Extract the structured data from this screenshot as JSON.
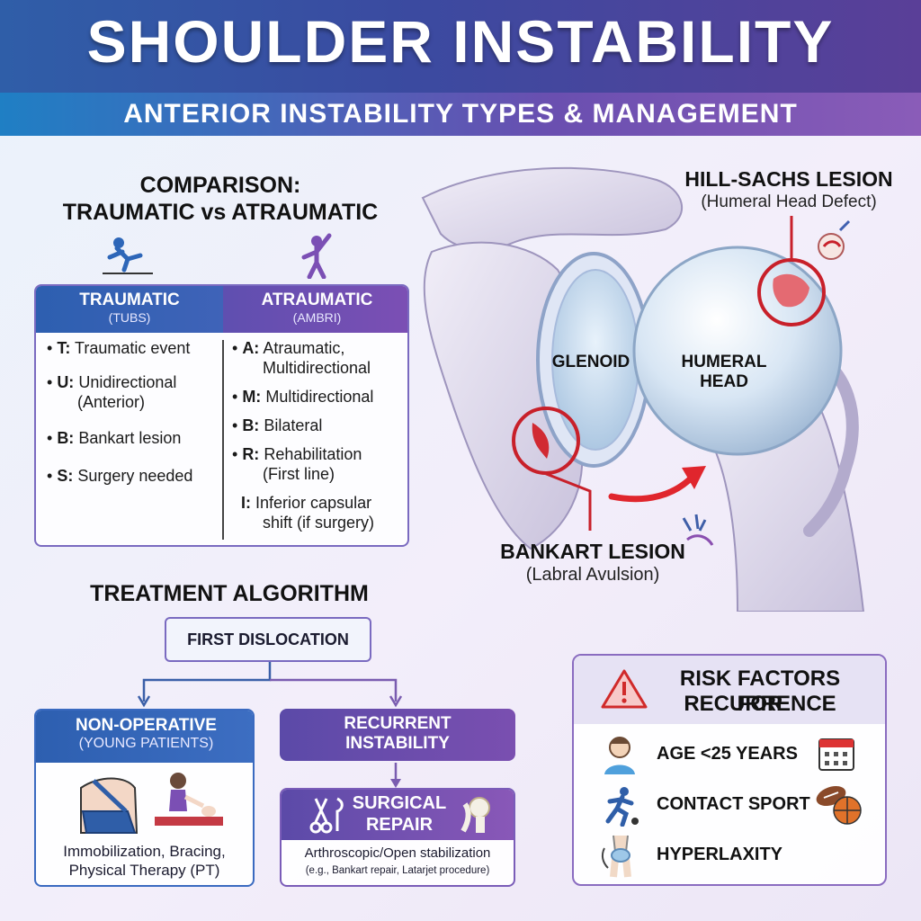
{
  "header": {
    "title": "SHOULDER INSTABILITY",
    "subtitle": "ANTERIOR INSTABILITY TYPES & MANAGEMENT"
  },
  "comparison": {
    "title_line1": "COMPARISON:",
    "title_line2": "TRAUMATIC vs ATRAUMATIC",
    "traumatic": {
      "header": "TRAUMATIC",
      "subheader": "(TUBS)",
      "items": [
        {
          "letter": "T:",
          "text": "Traumatic event",
          "text2": ""
        },
        {
          "letter": "U:",
          "text": "Unidirectional",
          "text2": "(Anterior)"
        },
        {
          "letter": "B:",
          "text": "Bankart lesion",
          "text2": ""
        },
        {
          "letter": "S:",
          "text": "Surgery needed",
          "text2": ""
        }
      ]
    },
    "atraumatic": {
      "header": "ATRAUMATIC",
      "subheader": "(AMBRI)",
      "items": [
        {
          "letter": "A:",
          "text": "Atraumatic,",
          "text2": "Multidirectional"
        },
        {
          "letter": "M:",
          "text": "Multidirectional",
          "text2": ""
        },
        {
          "letter": "B:",
          "text": "Bilateral",
          "text2": ""
        },
        {
          "letter": "R:",
          "text": "Rehabilitation",
          "text2": "(First line)"
        },
        {
          "letter": "I:",
          "text": "Inferior capsular",
          "text2": "shift (if surgery)"
        }
      ]
    }
  },
  "anatomy": {
    "glenoid": "GLENOID",
    "humeral_head_1": "HUMERAL",
    "humeral_head_2": "HEAD",
    "hill_sachs_title": "HILL-SACHS LESION",
    "hill_sachs_sub": "(Humeral Head Defect)",
    "bankart_title": "BANKART LESION",
    "bankart_sub": "(Labral Avulsion)"
  },
  "treatment": {
    "title": "TREATMENT ALGORITHM",
    "first": "FIRST DISLOCATION",
    "nonop_title": "NON-OPERATIVE",
    "nonop_sub": "(YOUNG PATIENTS)",
    "nonop_text1": "Immobilization, Bracing,",
    "nonop_text2": "Physical Therapy (PT)",
    "recurrent_1": "RECURRENT",
    "recurrent_2": "INSTABILITY",
    "surgical_1": "SURGICAL",
    "surgical_2": "REPAIR",
    "surgical_text1": "Arthroscopic/Open stabilization",
    "surgical_text2": "(e.g., Bankart repair, Latarjet procedure)"
  },
  "risk": {
    "title_1": "RISK FACTORS FOR",
    "title_2": "RECURRENCE",
    "items": [
      "AGE <25 YEARS",
      "CONTACT SPORT",
      "HYPERLAXITY"
    ]
  },
  "icons": {
    "falling_person": "falling-person-icon",
    "stretching_person": "stretching-person-icon",
    "warning": "warning-triangle-icon",
    "calendar": "calendar-icon",
    "balls": "sports-balls-icon"
  },
  "colors": {
    "header_blue": "#2f5ea8",
    "header_purple": "#5a3f98",
    "traumatic_blue": "#2d5fb0",
    "atraumatic_purple": "#7c4fb4",
    "lesion_red": "#c8202a"
  }
}
